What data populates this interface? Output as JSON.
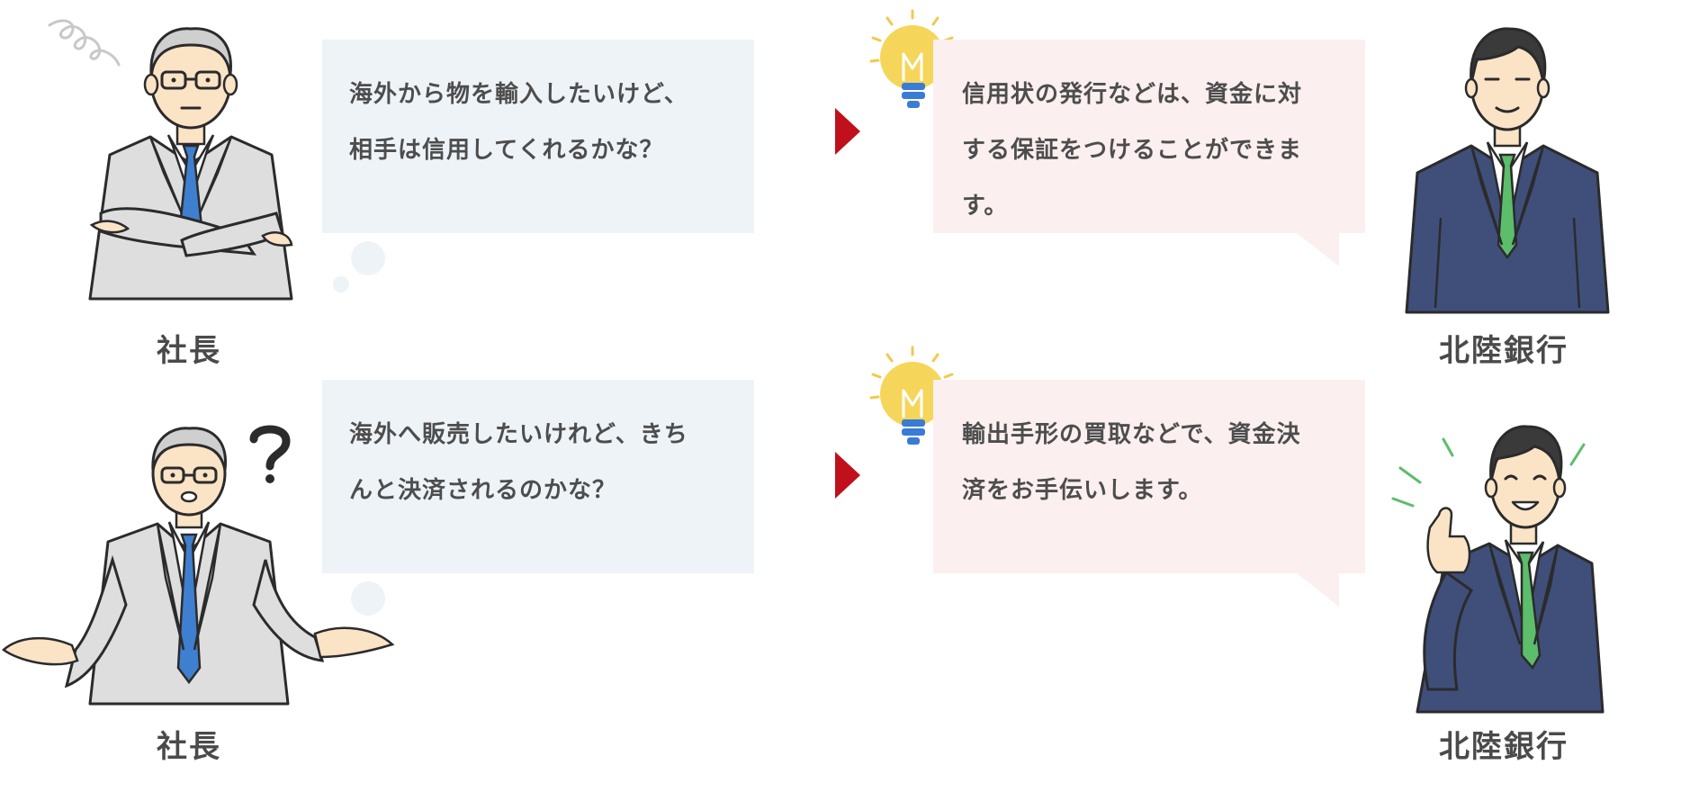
{
  "rows": [
    {
      "question": {
        "speaker": "社長",
        "lines": [
          "海外から物を輸入したいけど、",
          "相手は信用してくれるかな？"
        ],
        "icon": "thinking-scribble-icon"
      },
      "answer": {
        "speaker": "北陸銀行",
        "lines": [
          "信用状の発行などは、資金に対",
          "する保証をつけることができま",
          "す。"
        ],
        "icon": "lightbulb-icon"
      }
    },
    {
      "question": {
        "speaker": "社長",
        "lines": [
          "海外へ販売したいけれど、きち",
          "んと決済されるのかな？"
        ],
        "icon": "question-mark-icon"
      },
      "answer": {
        "speaker": "北陸銀行",
        "lines": [
          "輸出手形の買取などで、資金決",
          "済をお手伝いします。"
        ],
        "icon": "lightbulb-icon"
      }
    }
  ],
  "colors": {
    "question_bubble": "#eef3f8",
    "answer_bubble": "#fbeff0",
    "arrow": "#c0101c",
    "bulb": "#f5d65a",
    "bank_tie": "#5cbd6b",
    "bank_suit": "#3f4f7a",
    "president_tie": "#3f7fcf",
    "president_suit": "#dcdcdc"
  }
}
